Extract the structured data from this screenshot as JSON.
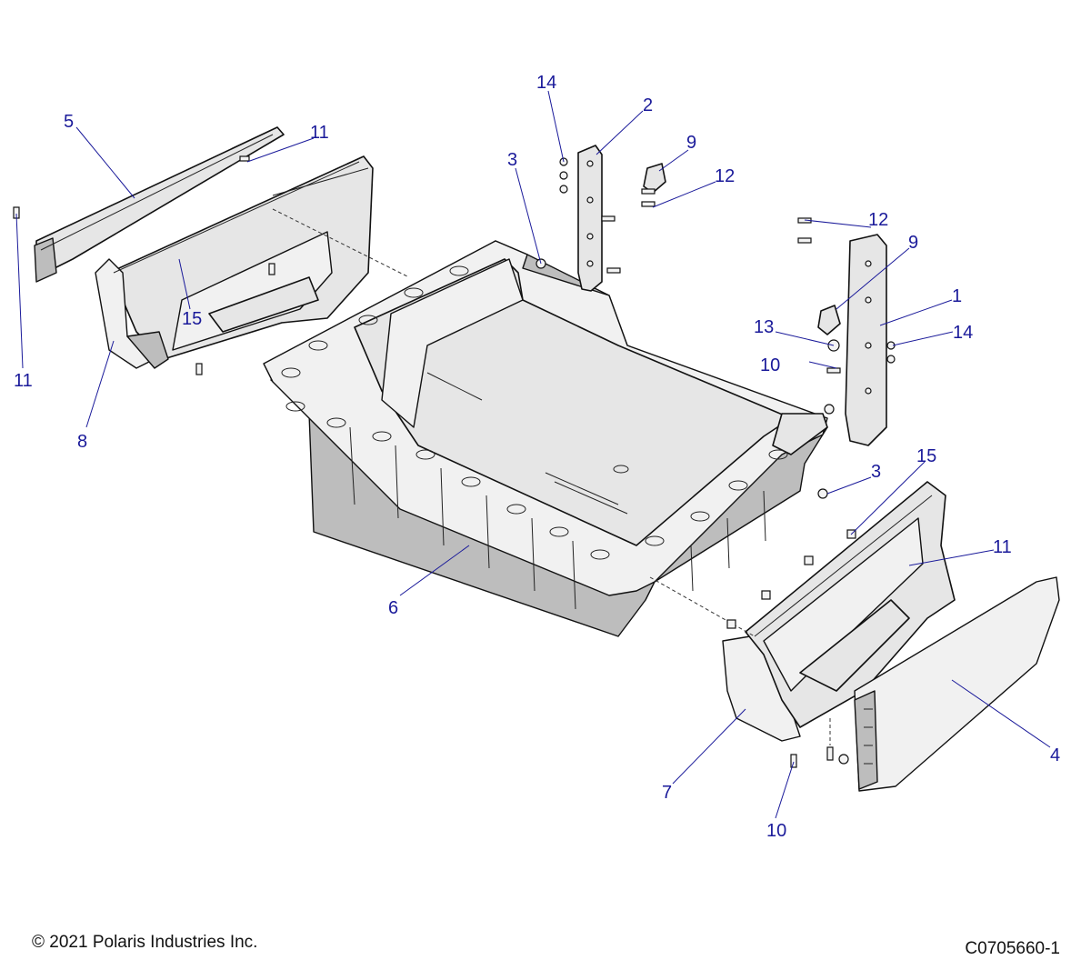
{
  "callouts": [
    {
      "id": "c1",
      "label": "1"
    },
    {
      "id": "c2",
      "label": "2"
    },
    {
      "id": "c3a",
      "label": "3"
    },
    {
      "id": "c3b",
      "label": "3"
    },
    {
      "id": "c4",
      "label": "4"
    },
    {
      "id": "c5",
      "label": "5"
    },
    {
      "id": "c6",
      "label": "6"
    },
    {
      "id": "c7",
      "label": "7"
    },
    {
      "id": "c8",
      "label": "8"
    },
    {
      "id": "c9a",
      "label": "9"
    },
    {
      "id": "c9b",
      "label": "9"
    },
    {
      "id": "c10a",
      "label": "10"
    },
    {
      "id": "c10b",
      "label": "10"
    },
    {
      "id": "c11a",
      "label": "11"
    },
    {
      "id": "c11b",
      "label": "11"
    },
    {
      "id": "c11c",
      "label": "11"
    },
    {
      "id": "c12a",
      "label": "12"
    },
    {
      "id": "c12b",
      "label": "12"
    },
    {
      "id": "c13",
      "label": "13"
    },
    {
      "id": "c14a",
      "label": "14"
    },
    {
      "id": "c14b",
      "label": "14"
    },
    {
      "id": "c15a",
      "label": "15"
    },
    {
      "id": "c15b",
      "label": "15"
    }
  ],
  "footer": {
    "copyright": "© 2021 Polaris Industries Inc.",
    "figure_id": "C0705660-1"
  },
  "colors": {
    "callout": "#1a1a9a",
    "part_fill": "#e6e6e6",
    "outline": "#111111"
  }
}
